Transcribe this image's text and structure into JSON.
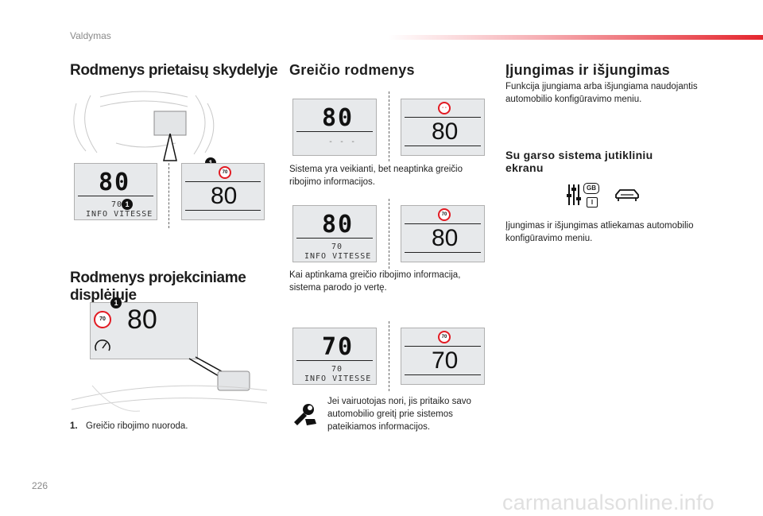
{
  "header": {
    "section": "Valdymas"
  },
  "footer": {
    "page_number": "226",
    "watermark": "carmanualsonline.info"
  },
  "accent_color": "#e5262e",
  "col1": {
    "heading_instrument": "Rodmenys prietaisų skydelyje",
    "heading_projection": "Rodmenys projekciniame displėjuje",
    "instrument": {
      "left_speed": "80",
      "left_sub_limit": "70",
      "left_sub_text": "INFO VITESSE",
      "right_sign": "70",
      "right_speed": "80",
      "callout": "1"
    },
    "projection": {
      "sign": "70",
      "speed": "80",
      "callout": "1"
    },
    "footnote_num": "1.",
    "footnote_text": "Greičio ribojimo nuoroda."
  },
  "col2": {
    "heading": "Greičio rodmenys",
    "row1": {
      "left_speed": "80",
      "left_sub": "- - -",
      "right_sign": "- -",
      "right_speed": "80",
      "caption": "Sistema yra veikianti, bet neaptinka greičio ribojimo informacijos."
    },
    "row2": {
      "left_speed": "80",
      "left_sub_limit": "70",
      "left_sub_text": "INFO VITESSE",
      "right_sign": "70",
      "right_speed": "80",
      "caption": "Kai aptinkama greičio ribojimo informacija, sistema parodo jo vertę."
    },
    "row3": {
      "left_speed": "70",
      "left_sub_limit": "70",
      "left_sub_text": "INFO VITESSE",
      "right_sign": "70",
      "right_speed": "70"
    },
    "note": {
      "icon": "wrench-hand-icon",
      "text": "Jei vairuotojas nori, jis pritaiko savo automobilio greitį prie sistemos pateikiamos informacijos."
    }
  },
  "col3": {
    "heading": "Įjungimas ir išjungimas",
    "text": "Funkcija įjungiama arba išjungiama naudojantis automobilio konfigūravimo meniu.",
    "subheading": "Su garso sistema jutikliniu ekranu",
    "icon_label": "GB",
    "icon_label2": "I",
    "text2": "Įjungimas ir išjungimas atliekamas automobilio konfigūravimo meniu."
  }
}
